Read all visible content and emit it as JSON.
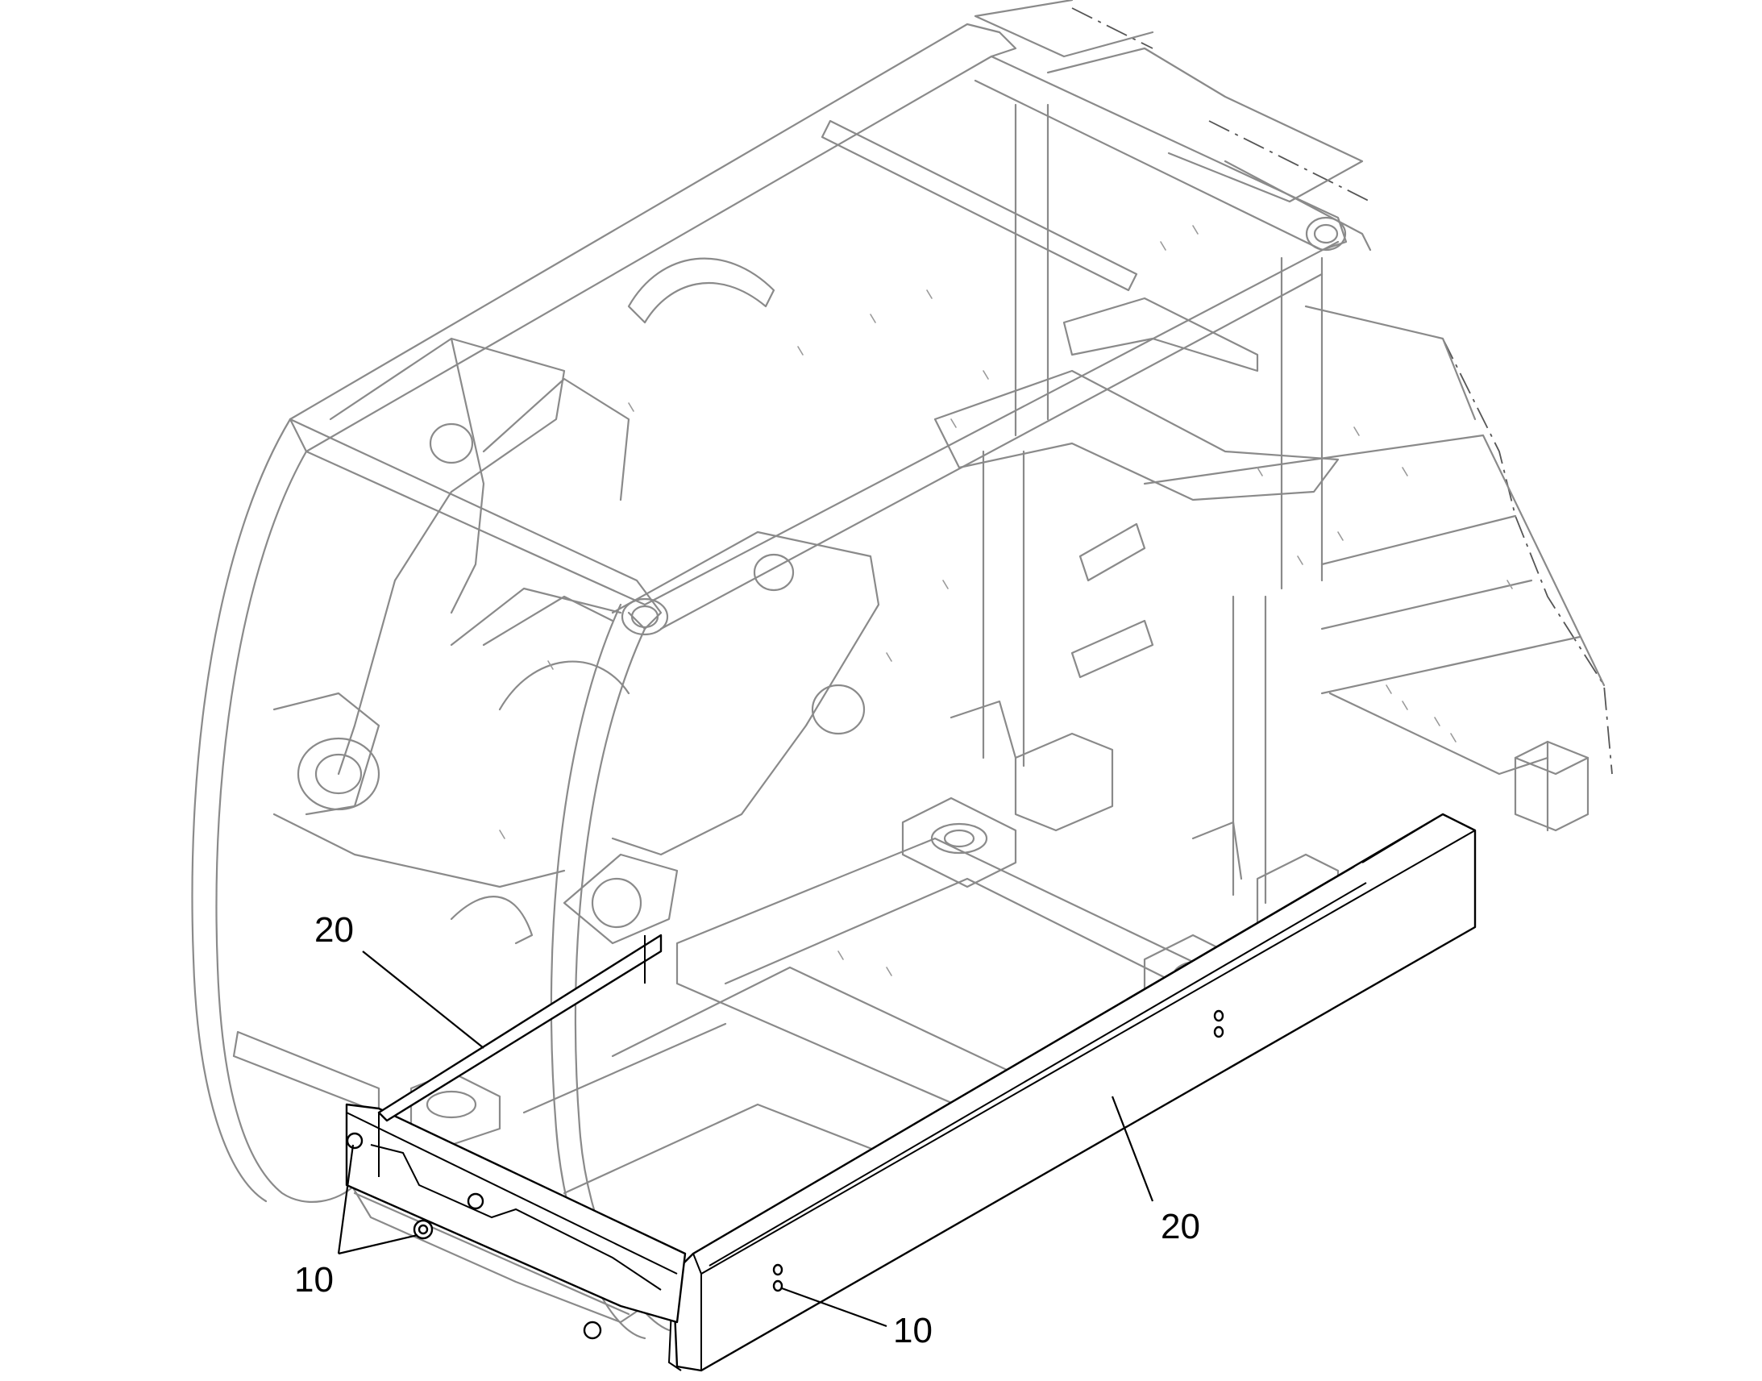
{
  "callouts": [
    {
      "id": "c20a",
      "label": "20"
    },
    {
      "id": "c20b",
      "label": "20"
    },
    {
      "id": "c10a",
      "label": "10"
    },
    {
      "id": "c10b",
      "label": "10"
    }
  ],
  "colors": {
    "background": "#ffffff",
    "ghost_lines": "#8a8a8a",
    "highlighted_parts": "#000000"
  }
}
